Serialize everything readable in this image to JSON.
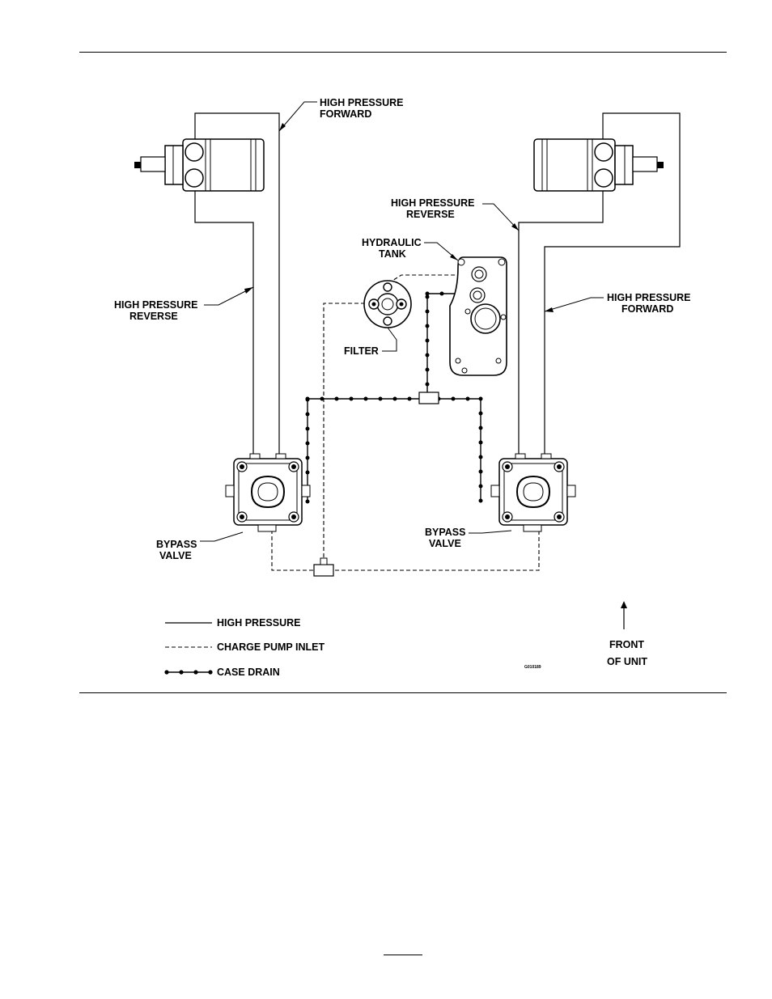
{
  "labels": {
    "hp_forward_left": [
      "HIGH PRESSURE",
      "FORWARD"
    ],
    "hp_reverse_left": [
      "HIGH PRESSURE",
      "REVERSE"
    ],
    "hp_reverse_right": [
      "HIGH PRESSURE",
      "REVERSE"
    ],
    "hp_forward_right": [
      "HIGH PRESSURE",
      "FORWARD"
    ],
    "hydraulic_tank": [
      "HYDRAULIC",
      "TANK"
    ],
    "filter": "FILTER",
    "bypass_left": [
      "BYPASS",
      "VALVE"
    ],
    "bypass_right": [
      "BYPASS",
      "VALVE"
    ]
  },
  "legend": {
    "high_pressure": "HIGH PRESSURE",
    "charge_pump_inlet": "CHARGE PUMP INLET",
    "case_drain": "CASE DRAIN"
  },
  "front": [
    "FRONT",
    "OF UNIT"
  ],
  "figure_code": "G010189"
}
